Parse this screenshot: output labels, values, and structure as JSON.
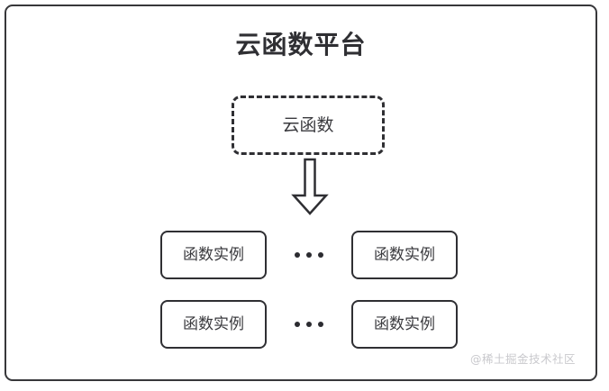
{
  "diagram": {
    "title": "云函数平台",
    "background_color": "#ffffff",
    "border_color": "#37373a",
    "text_color": "#3a3a3e"
  },
  "cloud_function": {
    "label": "云函数",
    "border_style": "dashed"
  },
  "arrow": {
    "direction": "down",
    "style": "hollow-block"
  },
  "instances": {
    "rows": [
      {
        "left_label": "函数实例",
        "ellipsis": "•••",
        "right_label": "函数实例"
      },
      {
        "left_label": "函数实例",
        "ellipsis": "•••",
        "right_label": "函数实例"
      }
    ]
  },
  "watermark": {
    "text": "@稀土掘金技术社区",
    "color": "#c9c9cd"
  }
}
